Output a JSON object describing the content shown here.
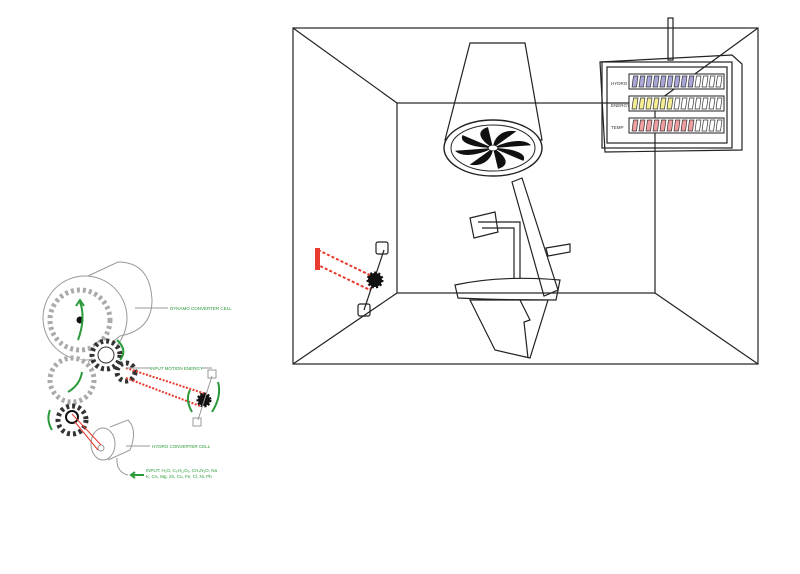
{
  "mechanism": {
    "labels": {
      "dynamo": "DYNAMO CONVERTER CELL",
      "input_motion": "INPUT MOTION ENERGY",
      "hydro": "HYDRO CONVERTER CELL",
      "input_line1": "INPUT: H₂O, C₆H₁₂O₆, CH₄N₂O, Na",
      "input_line2": "K, CA, Mg, Zn, Cu, Fe, Cl, Ni, Pb"
    },
    "colors": {
      "arrow": "#2a9a3a",
      "chain": "#e83a2e"
    }
  },
  "panel": {
    "segments_total": 13,
    "rows": [
      {
        "label": "HYDRO",
        "filled": 9,
        "color": "#a9a6d8"
      },
      {
        "label": "ENERGY",
        "filled": 6,
        "color": "#f3ee93"
      },
      {
        "label": "TEMP",
        "filled": 9,
        "color": "#ef9ea2"
      }
    ]
  }
}
